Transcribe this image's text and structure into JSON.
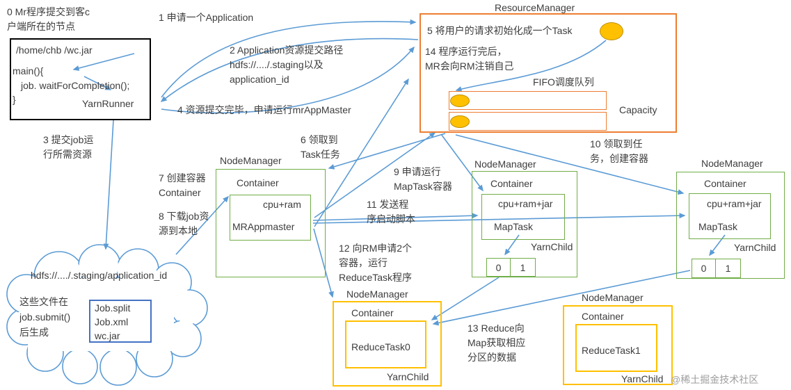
{
  "colors": {
    "arrow_blue": "#5B9BD5",
    "node_green": "#70AD47",
    "rm_orange": "#ED7D31",
    "reduce_yellow": "#FFC000",
    "file_box_blue": "#4472C4",
    "task_dot_fill": "#FFC000"
  },
  "client": {
    "note_l1": "0 Mr程序提交到客c",
    "note_l2": "户端所在的节点",
    "jar_path": "/home/chb /wc.jar",
    "code_main": "main(){",
    "code_wait": "job. waitForCompletion();",
    "code_close": "}",
    "runner": "YarnRunner"
  },
  "annotations": {
    "s1": "1 申请一个Application",
    "s2_l1": "2 Application资源提交路径",
    "s2_l2": "hdfs://..../.staging以及",
    "s2_l3": "application_id",
    "s3_l1": "3 提交job运",
    "s3_l2": "行所需资源",
    "s4": "4 资源提交完毕，申请运行mrAppMaster",
    "s6_l1": "6 领取到",
    "s6_l2": "Task任务",
    "s7_l1": "7 创建容器",
    "s7_l2": "Container",
    "s8_l1": "8 下载job资",
    "s8_l2": "源到本地",
    "s9_l1": "9 申请运行",
    "s9_l2": "MapTask容器",
    "s10_l1": "10 领取到任",
    "s10_l2": "务，创建容器",
    "s11_l1": "11 发送程",
    "s11_l2": "序启动脚本",
    "s12_l1": "12 向RM申请2个",
    "s12_l2": "容器，运行",
    "s12_l3": "ReduceTask程序",
    "s13_l1": "13 Reduce向",
    "s13_l2": "Map获取相应",
    "s13_l3": "分区的数据"
  },
  "resource_manager": {
    "title": "ResourceManager",
    "s5": "5 将用户的请求初始化成一个Task",
    "s14_l1": "14 程序运行完后，",
    "s14_l2": "MR会向RM注销自己",
    "queue_label": "FIFO调度队列",
    "capacity": "Capacity"
  },
  "nm_appmaster": {
    "title": "NodeManager",
    "container": "Container",
    "resources": "cpu+ram",
    "process": "MRAppmaster"
  },
  "nm_map1": {
    "title": "NodeManager",
    "container": "Container",
    "resources": "cpu+ram+jar",
    "process": "MapTask",
    "child": "YarnChild",
    "partitions": [
      "0",
      "1"
    ]
  },
  "nm_map2": {
    "title": "NodeManager",
    "container": "Container",
    "resources": "cpu+ram+jar",
    "process": "MapTask",
    "child": "YarnChild",
    "partitions": [
      "0",
      "1"
    ]
  },
  "nm_reduce0": {
    "title": "NodeManager",
    "container": "Container",
    "process": "ReduceTask0",
    "child": "YarnChild"
  },
  "nm_reduce1": {
    "title": "NodeManager",
    "container": "Container",
    "process": "ReduceTask1",
    "child": "YarnChild"
  },
  "hdfs_cloud": {
    "path": "hdfs://..../.staging/application_id",
    "note_l1": "这些文件在",
    "note_l2": "job.submit()",
    "note_l3": "后生成",
    "files": [
      "Job.split",
      "Job.xml",
      "wc.jar"
    ]
  },
  "watermark": "@稀土掘金技术社区"
}
